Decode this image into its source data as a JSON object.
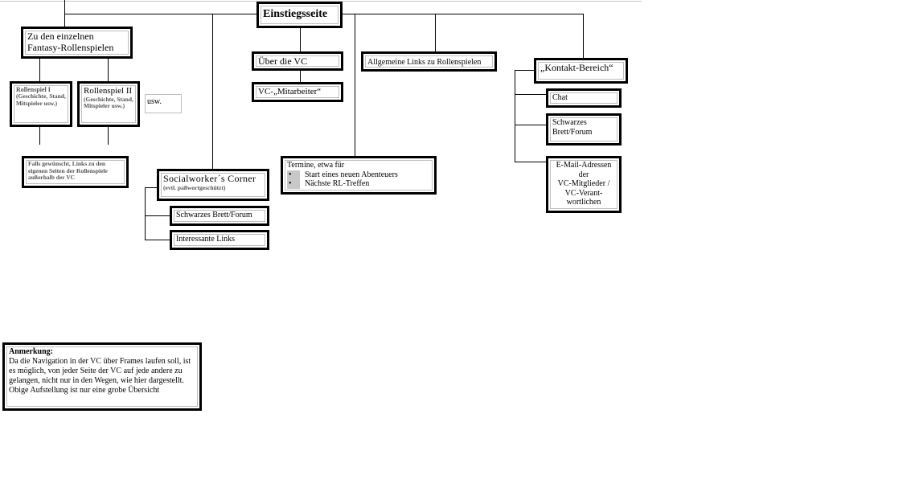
{
  "root": {
    "title": "Einstiegsseite"
  },
  "rpg": {
    "title_line1": "Zu den einzelnen",
    "title_line2": "Fantasy-Rollenspielen",
    "game1": {
      "title": "Rollenspiel I",
      "detail": "(Geschichte, Stand, Mitspieler usw.)"
    },
    "game2": {
      "title": "Rollenspiel II",
      "detail": "(Geschichte, Stand, Mitspieler usw.)"
    },
    "etc": "usw.",
    "external": "Falls gewünscht, Links zu den eigenen Seiten der Rollenspiele außerhalb der VC"
  },
  "social": {
    "title": "Socialworker´s Corner",
    "note": "(evtl. paßwortgeschützt)",
    "forum": "Schwarzes Brett/Forum",
    "links": "Interessante Links"
  },
  "about": {
    "title": "Über die VC",
    "staff": "VC-„Mitarbeiter“"
  },
  "dates": {
    "title": "Termine, etwa für",
    "items": [
      "Start eines neuen Abenteuers",
      "Nächste RL-Treffen"
    ],
    "bullet": "•"
  },
  "general_links": "Allgemeine Links zu Rollenspielen",
  "contact": {
    "title": "„Kontakt-Bereich“",
    "chat": "Chat",
    "forum_line1": "Schwarzes",
    "forum_line2": "Brett/Forum",
    "email_lines": [
      "E-Mail-Adressen",
      "der",
      "VC-Mitglieder /",
      "VC-Verant-",
      "wortlichen"
    ]
  },
  "note": {
    "heading": "Anmerkung:",
    "text": "Da die Navigation in der VC über Frames laufen soll, ist es möglich, von jeder Seite der VC auf jede andere zu gelangen, nicht nur in den Wegen, wie hier dargestellt. Obige Aufstellung ist nur eine grobe Übersicht"
  }
}
